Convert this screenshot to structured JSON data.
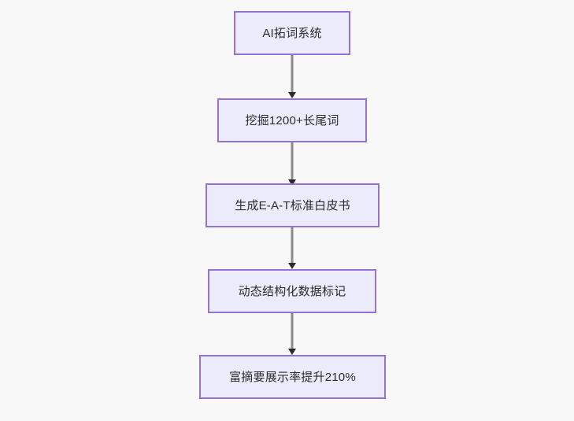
{
  "diagram": {
    "type": "flowchart",
    "orientation": "top-to-bottom",
    "background_color": "#f8f8f8",
    "node_fill_color": "#ecebfb",
    "node_border_color": "#9673d3",
    "node_text_color": "#2b2b2b",
    "edge_line_color": "#8a8a8a",
    "edge_arrow_color": "#2a2a2a",
    "nodes": [
      {
        "id": "n1",
        "label": "AI拓词系统"
      },
      {
        "id": "n2",
        "label": "挖掘1200+长尾词"
      },
      {
        "id": "n3",
        "label": "生成E-A-T标准白皮书"
      },
      {
        "id": "n4",
        "label": "动态结构化数据标记"
      },
      {
        "id": "n5",
        "label": "富摘要展示率提升210%"
      }
    ],
    "edges": [
      {
        "from": "n1",
        "to": "n2"
      },
      {
        "from": "n2",
        "to": "n3"
      },
      {
        "from": "n3",
        "to": "n4"
      },
      {
        "from": "n4",
        "to": "n5"
      }
    ]
  }
}
